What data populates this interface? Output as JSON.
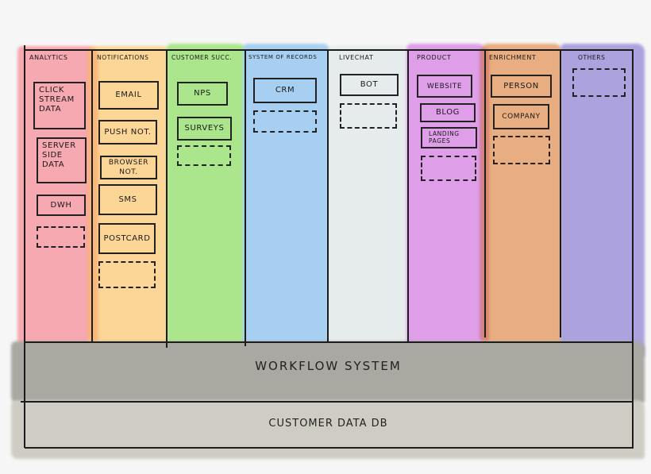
{
  "diagram": {
    "type": "layered-architecture",
    "colors": {
      "background": "#f6f6f6",
      "line": "#1c1c1c",
      "workflow": "#a9a8a1",
      "database": "#cfcdc3"
    },
    "columns": [
      {
        "id": "analytics",
        "title": "Analytics",
        "color": "#f6a6ae",
        "items": [
          {
            "label": "Click\nStream\nData",
            "dashed": false
          },
          {
            "label": "Server\nSide\nData",
            "dashed": false
          },
          {
            "label": "DWH",
            "dashed": false
          },
          {
            "label": "",
            "dashed": true
          }
        ]
      },
      {
        "id": "notifications",
        "title": "Notifications",
        "color": "#fbd493",
        "items": [
          {
            "label": "Email",
            "dashed": false
          },
          {
            "label": "Push Not.",
            "dashed": false
          },
          {
            "label": "Browser Not.",
            "dashed": false
          },
          {
            "label": "SMS",
            "dashed": false
          },
          {
            "label": "Postcard",
            "dashed": false
          },
          {
            "label": "",
            "dashed": true
          }
        ]
      },
      {
        "id": "customer-success",
        "title": "Customer Succ.",
        "color": "#a9e58a",
        "items": [
          {
            "label": "NPS",
            "dashed": false
          },
          {
            "label": "Surveys",
            "dashed": false
          },
          {
            "label": "",
            "dashed": true
          }
        ]
      },
      {
        "id": "system-of-records",
        "title": "System of Records",
        "color": "#a3cdf0",
        "items": [
          {
            "label": "CRM",
            "dashed": false
          },
          {
            "label": "",
            "dashed": true
          }
        ]
      },
      {
        "id": "livechat",
        "title": "Livechat",
        "color": "#e3eaeb",
        "items": [
          {
            "label": "Bot",
            "dashed": false
          },
          {
            "label": "",
            "dashed": true
          }
        ]
      },
      {
        "id": "product",
        "title": "Product",
        "color": "#dc9ee6",
        "items": [
          {
            "label": "Website",
            "dashed": false
          },
          {
            "label": "Blog",
            "dashed": false
          },
          {
            "label": "Landing\nPages",
            "dashed": false
          },
          {
            "label": "",
            "dashed": true
          }
        ]
      },
      {
        "id": "enrichment",
        "title": "Enrichment",
        "color": "#e8ab7d",
        "items": [
          {
            "label": "Person",
            "dashed": false
          },
          {
            "label": "Company",
            "dashed": false
          },
          {
            "label": "",
            "dashed": true
          }
        ]
      },
      {
        "id": "others",
        "title": "Others",
        "color": "#a9a0dc",
        "items": [
          {
            "label": "",
            "dashed": true
          }
        ]
      }
    ],
    "layers": [
      {
        "id": "workflow-system",
        "label": "Workflow System"
      },
      {
        "id": "customer-data-db",
        "label": "Customer Data DB"
      }
    ]
  }
}
